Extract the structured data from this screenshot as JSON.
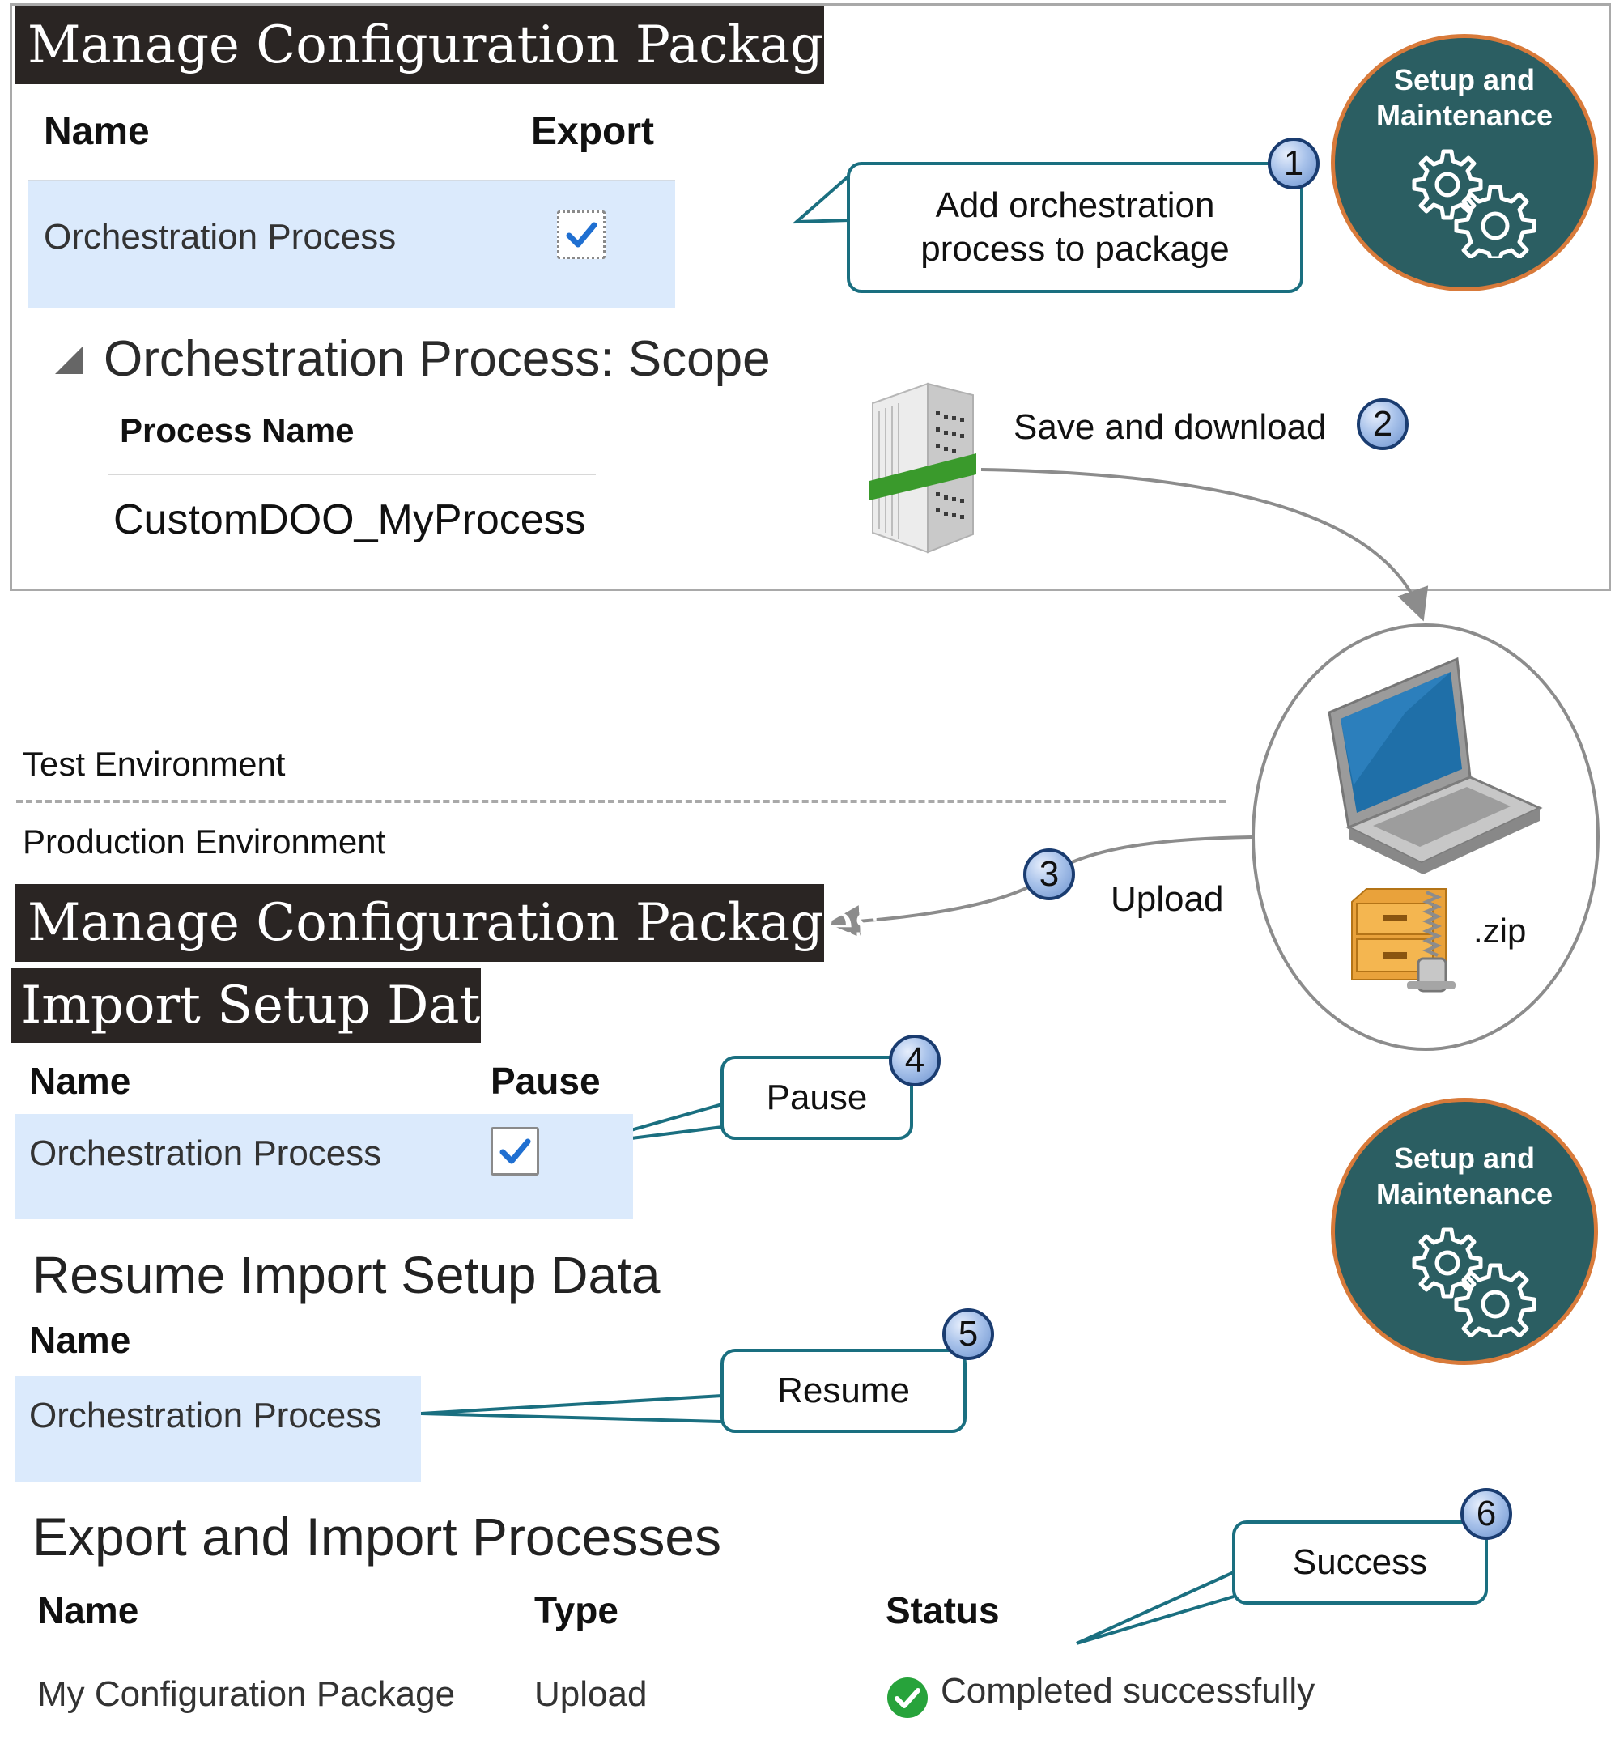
{
  "top": {
    "banner_title": "Manage Configuration Packages",
    "table": {
      "col_name": "Name",
      "col_export": "Export",
      "row_name": "Orchestration Process",
      "row_export_checked": true
    },
    "scope": {
      "title": "Orchestration Process: Scope",
      "col_process_name": "Process Name",
      "process_value": "CustomDOO_MyProcess"
    }
  },
  "steps": {
    "step1": {
      "number": "1",
      "text_line1": "Add orchestration",
      "text_line2": "process to package"
    },
    "step2": {
      "number": "2",
      "text": "Save and download"
    },
    "step3": {
      "number": "3",
      "text": "Upload"
    },
    "step4": {
      "number": "4",
      "text": "Pause"
    },
    "step5": {
      "number": "5",
      "text": "Resume"
    },
    "step6": {
      "number": "6",
      "text": "Success"
    }
  },
  "setup_badge": {
    "line1": "Setup and",
    "line2": "Maintenance"
  },
  "environments": {
    "test": "Test Environment",
    "production": "Production Environment"
  },
  "file": {
    "extension": ".zip"
  },
  "bottom": {
    "banner_title": "Manage Configuration Packages",
    "import_title": "Import Setup Data",
    "import_table": {
      "col_name": "Name",
      "col_pause": "Pause",
      "row_name": "Orchestration Process",
      "row_pause_checked": true
    },
    "resume": {
      "title": "Resume Import Setup Data",
      "col_name": "Name",
      "row_name": "Orchestration Process"
    },
    "processes": {
      "title": "Export and Import Processes",
      "col_name": "Name",
      "col_type": "Type",
      "col_status": "Status",
      "row_name": "My Configuration Package",
      "row_type": "Upload",
      "row_status": "Completed successfully"
    }
  },
  "colors": {
    "banner_bg": "#2a2523",
    "highlight_row": "#dbeafc",
    "callout_border": "#1a6f80",
    "setup_fill": "#2b5e62",
    "setup_ring": "#d87a3a",
    "success": "#27a33b"
  }
}
